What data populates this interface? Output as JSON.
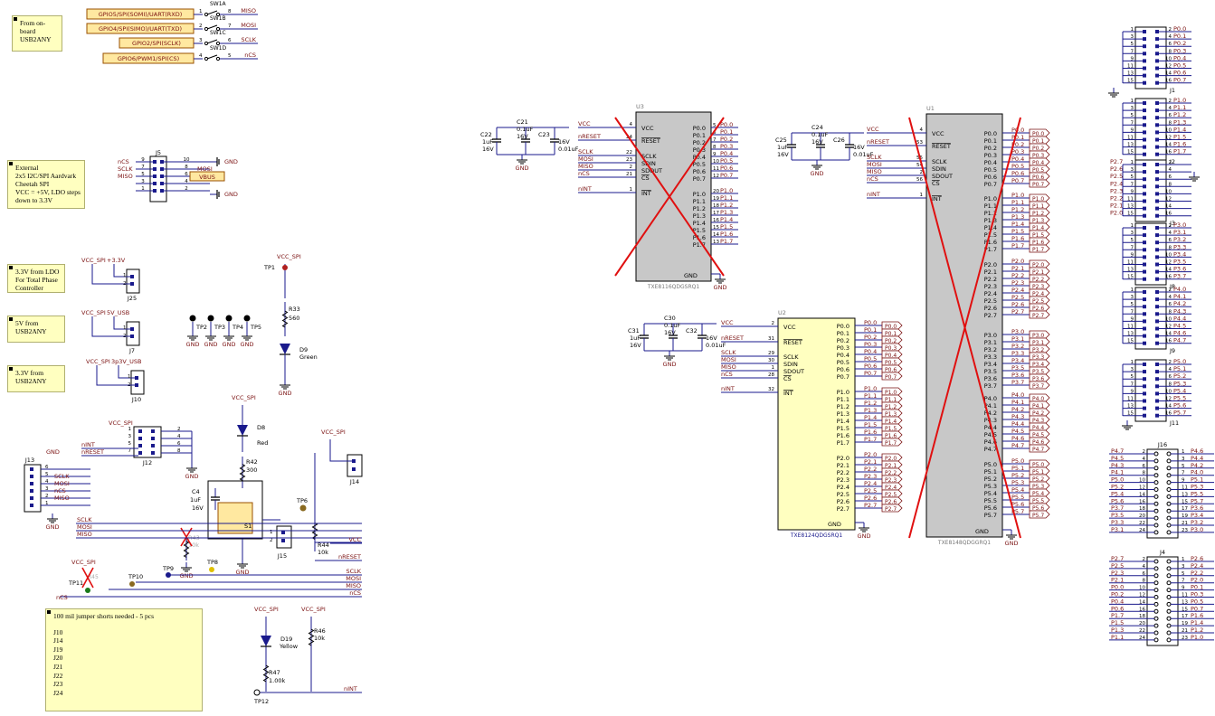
{
  "notes": {
    "usb2any": "From on-board USB2ANY",
    "external": [
      "External",
      "2x5 I2C/SPI Aardvark",
      "Cheetah SPI",
      "VCC = +5V, LDO steps",
      "down to 3.3V"
    ],
    "ldo": [
      "3.3V from LDO",
      "For Total Phase",
      "Controller"
    ],
    "v5": [
      "5V from",
      "USB2ANY"
    ],
    "v33": [
      "3.3V from",
      "USB2ANY"
    ],
    "jumpers_title": "100 mil jumper shorts needed - 5 pcs",
    "jumpers": [
      "J10",
      "J14",
      "J19",
      "J20",
      "J21",
      "J22",
      "J23",
      "J24"
    ]
  },
  "gpio_labels": [
    "GPIO5/SPI(SOMI)/UART(RXD)",
    "GPIO4/SPI(SIMO)/UART(TXD)",
    "GPIO2/SPI(SCLK)",
    "GPIO6/PWM1/SPI(CS)"
  ],
  "switches": [
    "SW1A",
    "SW1B",
    "SW1C",
    "SW1D"
  ],
  "switch_nets": [
    "MISO",
    "MOSI",
    "SCLK",
    "nCS"
  ],
  "j5": {
    "ref": "J5",
    "left": [
      "nCS",
      "SCLK",
      "MISO"
    ],
    "right": [
      "MOSI",
      "VBUS"
    ],
    "gnd": "GND"
  },
  "power": {
    "vcc_spi": "VCC_SPI",
    "v33": "+3.3V",
    "v5": "5V_USB",
    "v3p3": "3p3V_USB",
    "j25": "J25",
    "j7": "J7",
    "j10": "J10",
    "gnd": "GND"
  },
  "testpoints": [
    "TP2",
    "TP3",
    "TP4",
    "TP5"
  ],
  "led_r": {
    "tp": "TP1",
    "r": "R33",
    "rv": "560",
    "d": "D9",
    "color": "Green"
  },
  "led_red": {
    "d": "D8",
    "color": "Red",
    "r": "R42",
    "rv": "300"
  },
  "j12": {
    "ref": "J12",
    "nets": [
      "nINT",
      "nRESET"
    ],
    "vcc": "VCC_SPI"
  },
  "j13": {
    "ref": "J13",
    "nets": [
      "SCLK",
      "MOSI",
      "nCS",
      "MISO"
    ]
  },
  "reset_block": {
    "c": "C4",
    "cv": [
      "1uF",
      "16V"
    ],
    "s": "S1",
    "tp6": "TP6",
    "j14": "J14",
    "j15": "J15",
    "r43": "R43",
    "r44": "R44",
    "r44v": "10k",
    "r43v": "10k"
  },
  "bus_nets": [
    "SCLK",
    "MOSI",
    "MISO",
    "VCC",
    "nRESET",
    "SCLK",
    "MOSI",
    "MISO",
    "nCS"
  ],
  "bottom": {
    "tp9": "TP9",
    "tp8": "TP8",
    "tp10": "TP10",
    "tp11": "TP11",
    "r45": "R45",
    "d19": "D19",
    "d19c": "Yellow",
    "r46": "R46",
    "r46v": "10k",
    "r47": "R47",
    "r47v": "1.00k",
    "tp12": "TP12",
    "nint": "nINT"
  },
  "u3": {
    "ref": "U3",
    "part": "TXE8116QDGSRQ1",
    "caps": [
      {
        "n": "C22",
        "v": [
          "1uF",
          "16V"
        ]
      },
      {
        "n": "C21",
        "v": [
          "0.1uF",
          "16V"
        ]
      },
      {
        "n": "C23",
        "v": [
          "16V",
          "0.01uF"
        ]
      }
    ],
    "left": [
      {
        "p": "VCC",
        "n": "4",
        "net": "VCC"
      },
      {
        "p": "RESET",
        "n": "24",
        "net": "nRESET"
      },
      {
        "p": "SCLK",
        "n": "22",
        "net": "SCLK"
      },
      {
        "p": "SDIN",
        "n": "23",
        "net": "MOSI"
      },
      {
        "p": "SDOUT",
        "n": "2",
        "net": "MISO"
      },
      {
        "p": "CS",
        "n": "21",
        "net": "nCS"
      },
      {
        "p": "INT",
        "n": "1",
        "net": "nINT"
      }
    ],
    "p0": [
      "P0.0",
      "P0.1",
      "P0.2",
      "P0.3",
      "P0.4",
      "P0.5",
      "P0.6",
      "P0.7"
    ],
    "p0n": [
      "5",
      "6",
      "7",
      "8",
      "9",
      "10",
      "11",
      "12"
    ],
    "p1": [
      "P1.0",
      "P1.1",
      "P1.2",
      "P1.3",
      "P1.4",
      "P1.5",
      "P1.6",
      "P1.7"
    ],
    "p1n": [
      "20",
      "19",
      "18",
      "17",
      "16",
      "15",
      "14",
      "13"
    ],
    "gnd": "GND"
  },
  "u1": {
    "ref": "U1",
    "part": "TXE8148QDGGRQ1",
    "caps": [
      {
        "n": "C25",
        "v": [
          "1uF",
          "16V"
        ]
      },
      {
        "n": "C24",
        "v": [
          "0.1uF",
          "16V"
        ]
      },
      {
        "n": "C26",
        "v": [
          "16V",
          "0.01uF"
        ]
      }
    ],
    "left": [
      {
        "p": "VCC",
        "n": "4",
        "net": "VCC"
      },
      {
        "p": "RESET",
        "n": "53",
        "net": "nRESET"
      },
      {
        "p": "SCLK",
        "n": "55",
        "net": "SCLK"
      },
      {
        "p": "SDIN",
        "n": "54",
        "net": "MOSI"
      },
      {
        "p": "SDOUT",
        "n": "2",
        "net": "MISO"
      },
      {
        "p": "CS",
        "n": "56",
        "net": "nCS"
      },
      {
        "p": "INT",
        "n": "1",
        "net": "nINT"
      }
    ],
    "groups": [
      [
        "P0.0",
        "P0.1",
        "P0.2",
        "P0.3",
        "P0.4",
        "P0.5",
        "P0.6",
        "P0.7"
      ],
      [
        "P1.0",
        "P1.1",
        "P1.2",
        "P1.3",
        "P1.4",
        "P1.5",
        "P1.6",
        "P1.7"
      ],
      [
        "P2.0",
        "P2.1",
        "P2.2",
        "P2.3",
        "P2.4",
        "P2.5",
        "P2.6",
        "P2.7"
      ],
      [
        "P3.0",
        "P3.1",
        "P3.2",
        "P3.3",
        "P3.4",
        "P3.5",
        "P3.6",
        "P3.7"
      ],
      [
        "P4.0",
        "P4.1",
        "P4.2",
        "P4.3",
        "P4.4",
        "P4.5",
        "P4.6",
        "P4.7"
      ],
      [
        "P5.0",
        "P5.1",
        "P5.2",
        "P5.3",
        "P5.4",
        "P5.5",
        "P5.6",
        "P5.7"
      ]
    ],
    "gnd": "GND"
  },
  "u2": {
    "ref": "U2",
    "part": "TXE8124QDGSRQ1",
    "caps": [
      {
        "n": "C31",
        "v": [
          "1uF",
          "16V"
        ]
      },
      {
        "n": "C30",
        "v": [
          "0.1uF",
          "16V"
        ]
      },
      {
        "n": "C32",
        "v": [
          "16V",
          "0.01uF"
        ]
      }
    ],
    "left": [
      {
        "p": "VCC",
        "n": "2",
        "net": "VCC"
      },
      {
        "p": "RESET",
        "n": "31",
        "net": "nRESET"
      },
      {
        "p": "SCLK",
        "n": "29",
        "net": "SCLK"
      },
      {
        "p": "SDIN",
        "n": "30",
        "net": "MOSI"
      },
      {
        "p": "SDOUT",
        "n": "1",
        "net": "MISO"
      },
      {
        "p": "CS",
        "n": "28",
        "net": "nCS"
      },
      {
        "p": "INT",
        "n": "32",
        "net": "nINT"
      }
    ],
    "groups": [
      [
        "P0.0",
        "P0.1",
        "P0.2",
        "P0.3",
        "P0.4",
        "P0.5",
        "P0.6",
        "P0.7"
      ],
      [
        "P1.0",
        "P1.1",
        "P1.2",
        "P1.3",
        "P1.4",
        "P1.5",
        "P1.6",
        "P1.7"
      ],
      [
        "P2.0",
        "P2.1",
        "P2.2",
        "P2.3",
        "P2.4",
        "P2.5",
        "P2.6",
        "P2.7"
      ]
    ],
    "gnd": "GND"
  },
  "headers": [
    {
      "ref": "J1",
      "nets": [
        "P0.0",
        "P0.1",
        "P0.2",
        "P0.3",
        "P0.4",
        "P0.5",
        "P0.6",
        "P0.7"
      ]
    },
    {
      "ref": "J2",
      "nets": [
        "P1.0",
        "P1.1",
        "P1.2",
        "P1.3",
        "P1.4",
        "P1.5",
        "P1.6",
        "P1.7"
      ]
    },
    {
      "ref": "J3",
      "left": [
        "P2.7",
        "P2.6",
        "P2.5",
        "P2.4",
        "P2.3",
        "P2.2",
        "P2.1",
        "P2.0"
      ]
    },
    {
      "ref": "J8",
      "nets": [
        "P3.0",
        "P3.1",
        "P3.2",
        "P3.3",
        "P3.4",
        "P3.5",
        "P3.6",
        "P3.7"
      ]
    },
    {
      "ref": "J9",
      "nets": [
        "P4.0",
        "P4.1",
        "P4.2",
        "P4.3",
        "P4.4",
        "P4.5",
        "P4.6",
        "P4.7"
      ]
    },
    {
      "ref": "J11",
      "nets": [
        "P5.0",
        "P5.1",
        "P5.2",
        "P5.3",
        "P5.4",
        "P5.5",
        "P5.6",
        "P5.7"
      ]
    }
  ],
  "j16": {
    "ref": "J16",
    "left": [
      "P4.7",
      "P4.5",
      "P4.3",
      "P4.1",
      "P5.0",
      "P5.2",
      "P5.4",
      "P5.6",
      "P3.7",
      "P3.5",
      "P3.3",
      "P3.1"
    ],
    "right": [
      "P4.6",
      "P4.4",
      "P4.2",
      "P4.0",
      "P5.1",
      "P5.3",
      "P5.5",
      "P5.7",
      "P3.6",
      "P3.4",
      "P3.2",
      "P3.0"
    ]
  },
  "j4": {
    "ref": "J4",
    "left": [
      "P2.7",
      "P2.5",
      "P2.3",
      "P2.1",
      "P0.0",
      "P0.2",
      "P0.4",
      "P0.6",
      "P1.7",
      "P1.5",
      "P1.3",
      "P1.1"
    ],
    "right": [
      "P2.6",
      "P2.4",
      "P2.2",
      "P2.0",
      "P0.1",
      "P0.3",
      "P0.5",
      "P0.7",
      "P1.6",
      "P1.4",
      "P1.2",
      "P1.0"
    ]
  }
}
